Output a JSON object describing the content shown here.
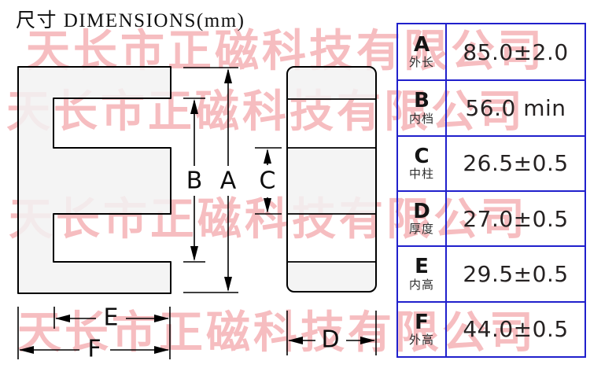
{
  "title": "尺寸 DIMENSIONS(mm)",
  "watermark": {
    "text": "天长市正磁科技有限公司",
    "color": "#f6bdc0"
  },
  "diagram": {
    "dims": {
      "a": "A",
      "b": "B",
      "c": "C",
      "d": "D",
      "e": "E",
      "f": "F"
    },
    "fill_color": "#f2f2f2",
    "line_color": "#000000"
  },
  "table": {
    "border_color": "#2020cc",
    "rows": [
      {
        "letter": "A",
        "name_cn": "外长",
        "value": "85.0±2.0"
      },
      {
        "letter": "B",
        "name_cn": "内档",
        "value": "56.0 min"
      },
      {
        "letter": "C",
        "name_cn": "中柱",
        "value": "26.5±0.5"
      },
      {
        "letter": "D",
        "name_cn": "厚度",
        "value": "27.0±0.5"
      },
      {
        "letter": "E",
        "name_cn": "内高",
        "value": "29.5±0.5"
      },
      {
        "letter": "F",
        "name_cn": "外高",
        "value": "44.0±0.5"
      }
    ]
  }
}
